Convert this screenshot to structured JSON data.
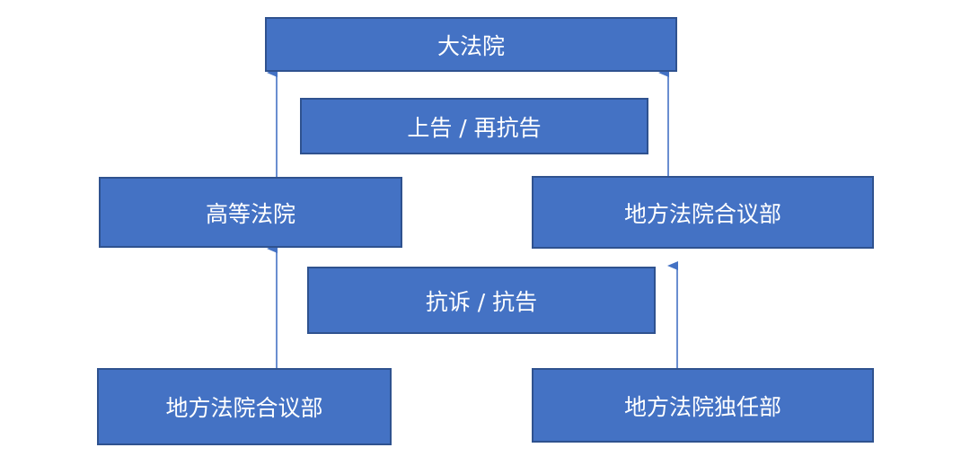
{
  "nodes": {
    "supreme_court": "大法院",
    "high_court": "高等法院",
    "district_collegiate_upper": "地方法院合议部",
    "district_collegiate_lower": "地方法院合议部",
    "district_single": "地方法院独任部"
  },
  "labels": {
    "upper_appeal": "上告 / 再抗告",
    "lower_appeal": "抗诉 / 抗告"
  },
  "colors": {
    "box_fill": "#4472c4",
    "box_border": "#2f528f",
    "arrow": "#4472c4",
    "text": "#ffffff"
  }
}
